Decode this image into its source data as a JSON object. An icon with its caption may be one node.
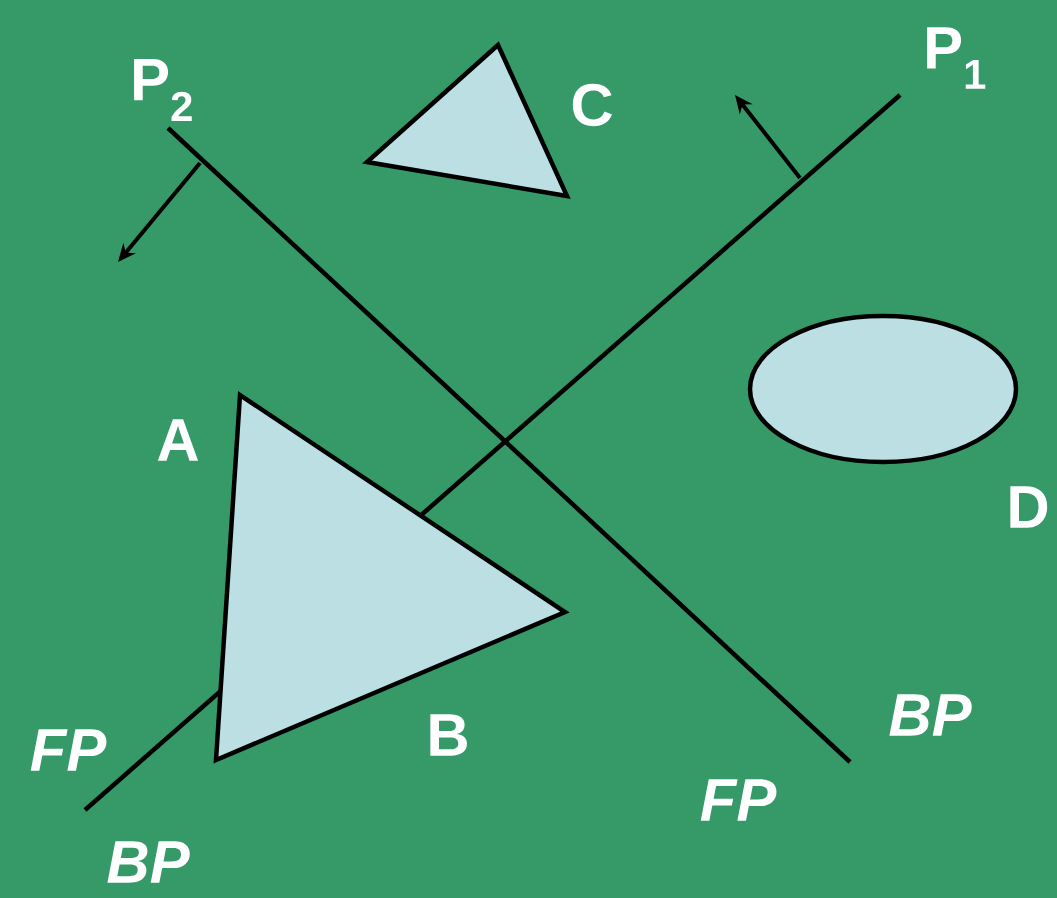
{
  "diagram": {
    "nodes": [
      {
        "text": [],
        "shape": "triangle"
      },
      {
        "text": [],
        "shape": "ellipse"
      },
      {
        "text": [],
        "shape": "triangle"
      }
    ],
    "labels": [
      "P$_{1}$",
      "P$_{2}$",
      "C",
      "A",
      "D",
      "BP",
      "B",
      "FP",
      "FP",
      "BP"
    ]
  }
}
